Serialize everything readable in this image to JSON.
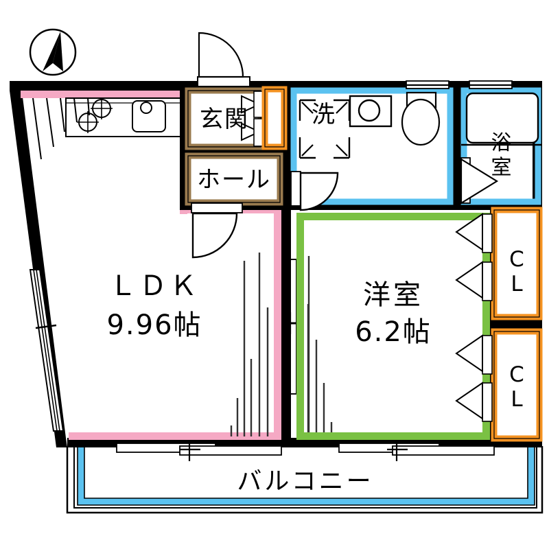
{
  "plan": {
    "title": "間取り図",
    "compass": {
      "name": "north-arrow",
      "direction": "north"
    },
    "colors": {
      "wall": "#000000",
      "ldk_accent": "#F5A9C4",
      "bedroom_accent": "#7AC143",
      "water_accent": "#5BC2F0",
      "closet_accent": "#F59322",
      "entrance_accent": "#9A7B4F",
      "background": "#FFFFFF"
    },
    "rooms": [
      {
        "id": "ldk",
        "name": "LDK",
        "label": "ＬＤＫ",
        "area": "9.96帖",
        "accent": "#F5A9C4"
      },
      {
        "id": "bedroom",
        "name": "洋室",
        "label": "洋室",
        "area": "6.2帖",
        "accent": "#7AC143"
      },
      {
        "id": "entrance",
        "name": "玄関",
        "label": "玄関",
        "area": "",
        "accent": "#9A7B4F"
      },
      {
        "id": "hall",
        "name": "ホール",
        "label": "ホール",
        "area": "",
        "accent": "#9A7B4F"
      },
      {
        "id": "washroom",
        "name": "洗面脱衣室",
        "label": "洗",
        "area": "",
        "accent": "#5BC2F0"
      },
      {
        "id": "bathroom",
        "name": "浴室",
        "label": "浴室",
        "area": "",
        "accent": "#5BC2F0"
      },
      {
        "id": "closet_upper",
        "name": "クローゼット",
        "label": "ＣＬ",
        "line1": "C",
        "line2": "L",
        "area": "",
        "accent": "#F59322"
      },
      {
        "id": "closet_lower",
        "name": "クローゼット",
        "label": "ＣＬ",
        "line1": "C",
        "line2": "L",
        "area": "",
        "accent": "#F59322"
      },
      {
        "id": "balcony",
        "name": "バルコニー",
        "label": "バルコニー",
        "area": "",
        "accent": "#5BC2F0"
      },
      {
        "id": "shoe_closet",
        "name": "シューズボックス",
        "label": "",
        "area": "",
        "accent": "#F59322"
      }
    ],
    "fixtures": [
      {
        "id": "stove",
        "name": "ガスコンロ",
        "burners": 2
      },
      {
        "id": "sink",
        "name": "シンク"
      },
      {
        "id": "washbasin",
        "name": "洗面台"
      },
      {
        "id": "toilet",
        "name": "トイレ"
      },
      {
        "id": "bathtub",
        "name": "浴槽"
      },
      {
        "id": "washer-space",
        "name": "洗濯機置場"
      }
    ],
    "labels": {
      "ldk_name": "ＬＤＫ",
      "ldk_area": "9.96帖",
      "bedroom_name": "洋室",
      "bedroom_area": "6.2帖",
      "entrance": "玄関",
      "hall": "ホール",
      "washer": "洗",
      "bathroom_line1": "浴",
      "bathroom_line2": "室",
      "closet_upper_line1": "C",
      "closet_upper_line2": "L",
      "closet_lower_line1": "C",
      "closet_lower_line2": "L",
      "balcony": "バルコニー"
    }
  }
}
